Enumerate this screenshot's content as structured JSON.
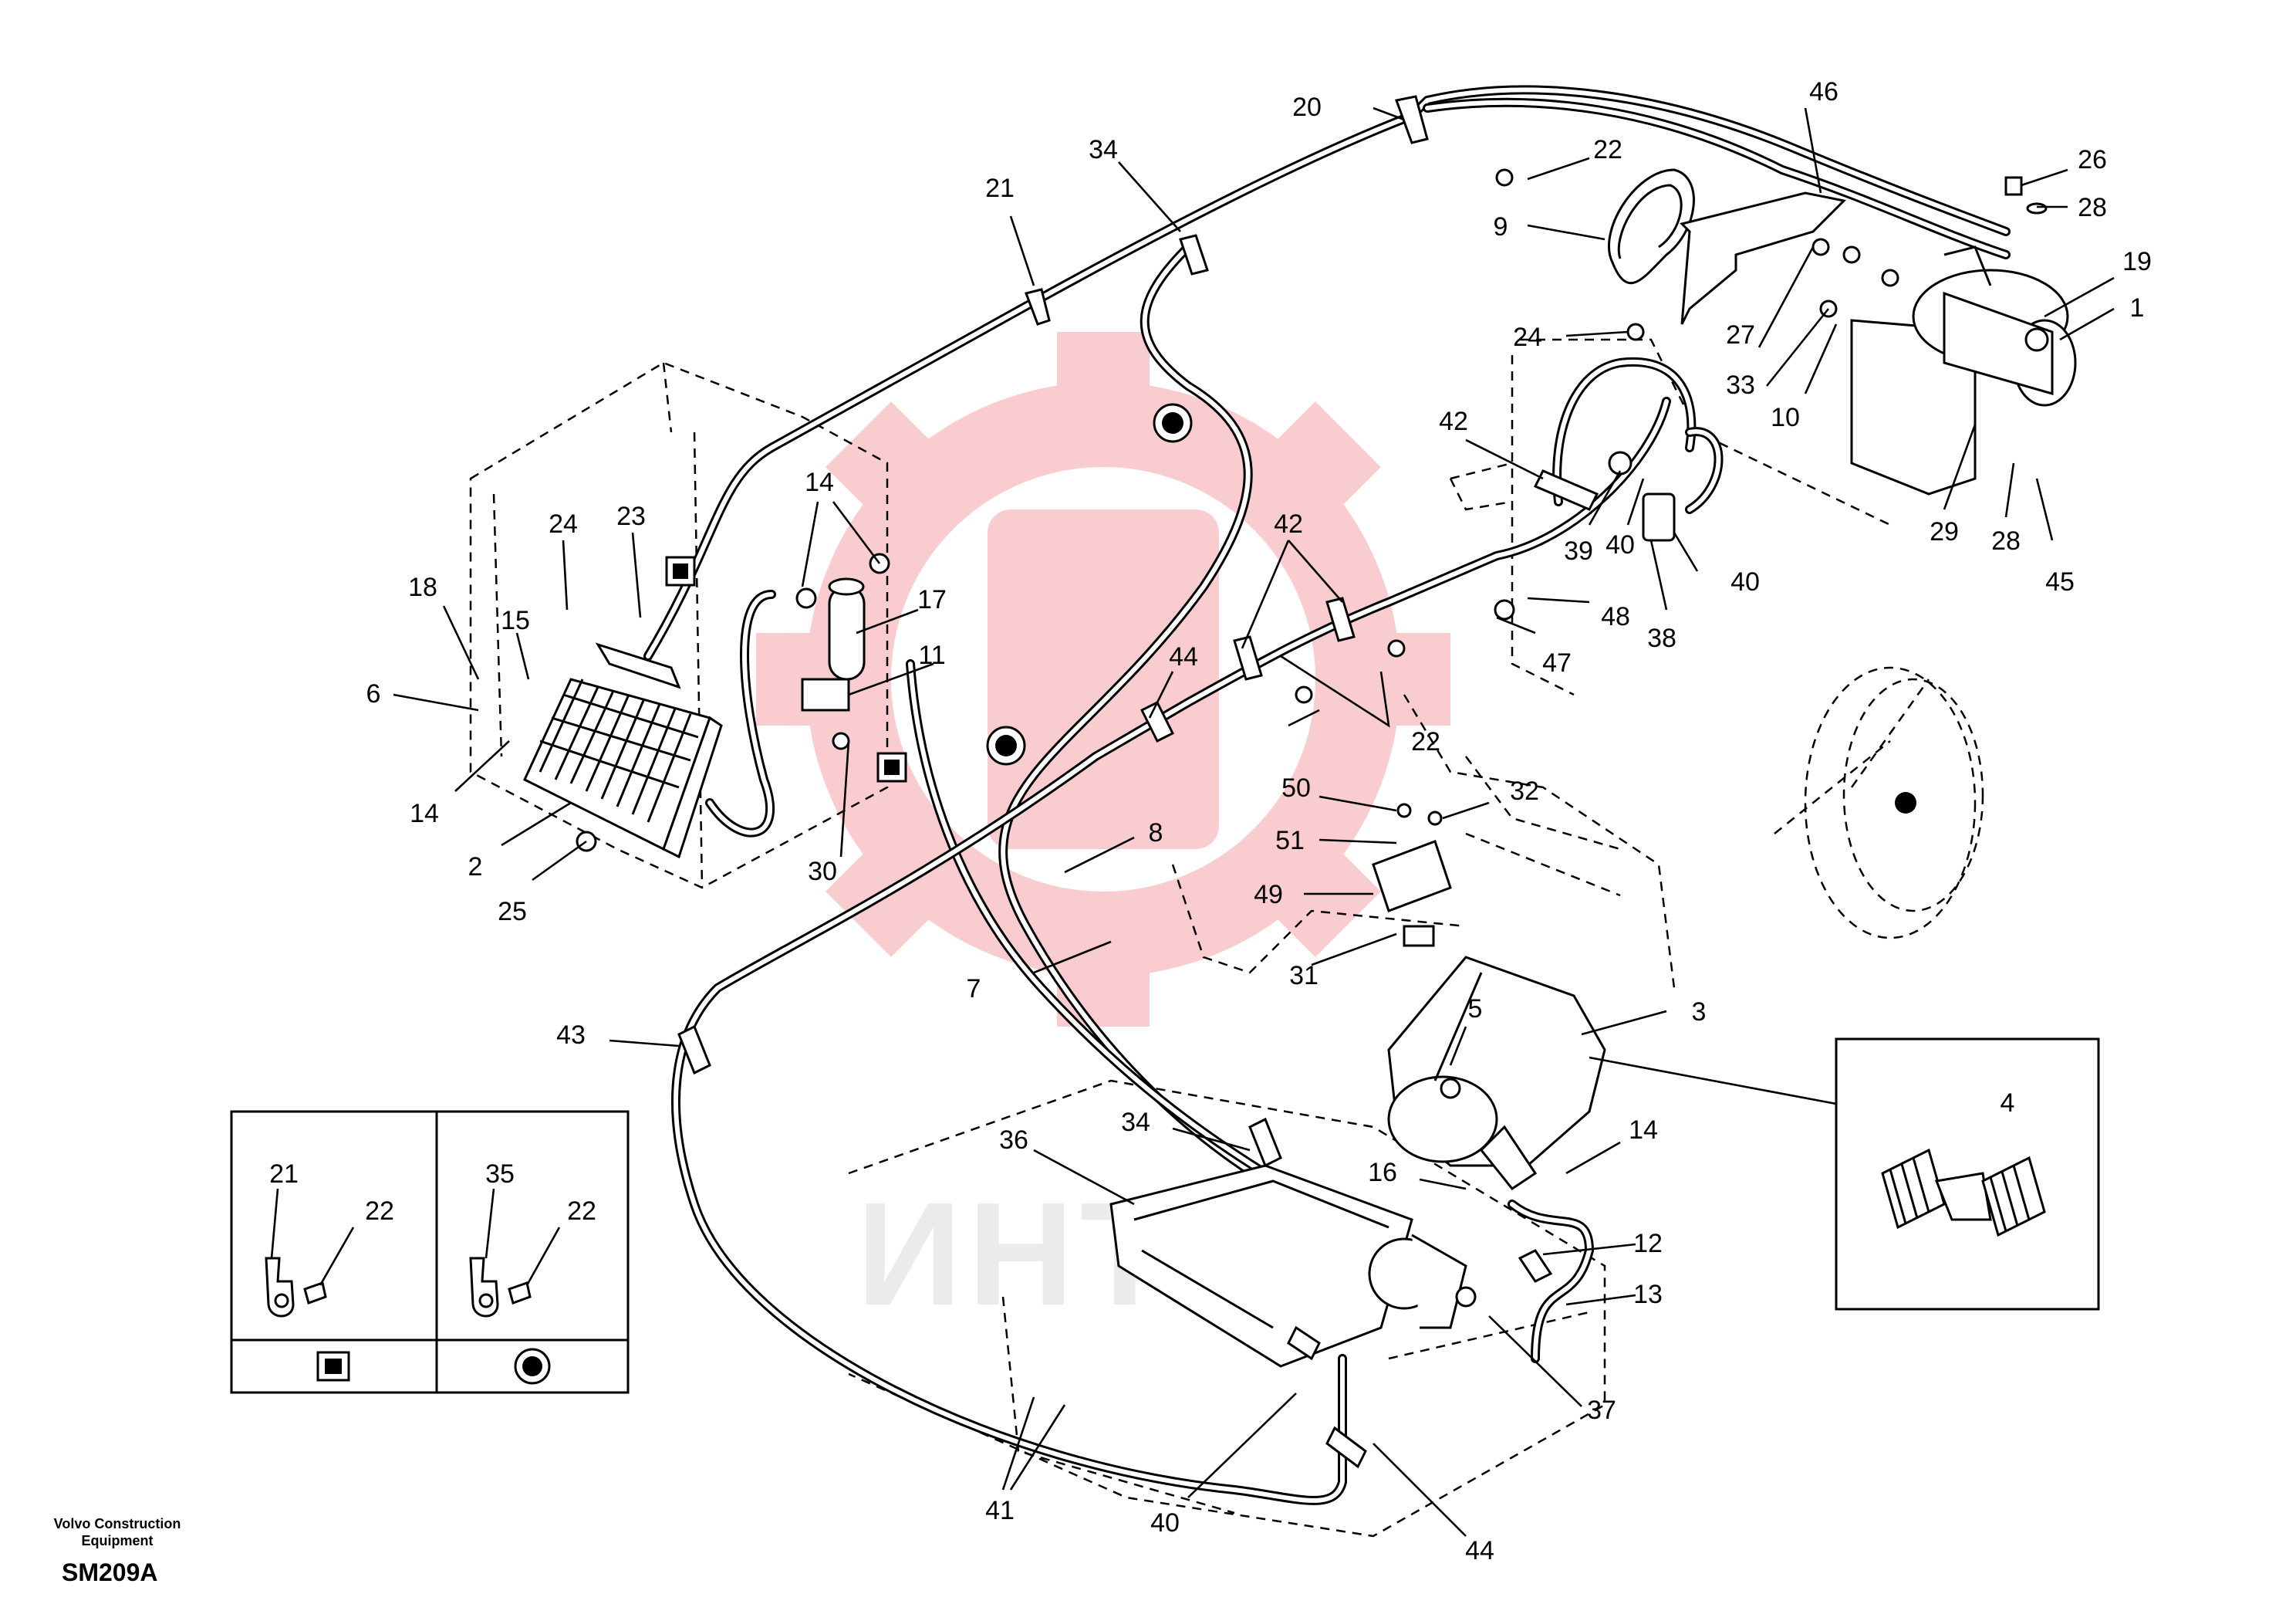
{
  "callouts": [
    {
      "id": "c20",
      "text": "20"
    },
    {
      "id": "c22a",
      "text": "22"
    },
    {
      "id": "c46",
      "text": "46"
    },
    {
      "id": "c26",
      "text": "26"
    },
    {
      "id": "c28a",
      "text": "28"
    },
    {
      "id": "c9",
      "text": "9"
    },
    {
      "id": "c19",
      "text": "19"
    },
    {
      "id": "c1",
      "text": "1"
    },
    {
      "id": "c27",
      "text": "27"
    },
    {
      "id": "c24a",
      "text": "24"
    },
    {
      "id": "c33",
      "text": "33"
    },
    {
      "id": "c10",
      "text": "10"
    },
    {
      "id": "c29",
      "text": "29"
    },
    {
      "id": "c28b",
      "text": "28"
    },
    {
      "id": "c45",
      "text": "45"
    },
    {
      "id": "c34a",
      "text": "34"
    },
    {
      "id": "c21",
      "text": "21"
    },
    {
      "id": "c42a",
      "text": "42"
    },
    {
      "id": "c39",
      "text": "39"
    },
    {
      "id": "c40a",
      "text": "40"
    },
    {
      "id": "c40b",
      "text": "40"
    },
    {
      "id": "c48",
      "text": "48"
    },
    {
      "id": "c38",
      "text": "38"
    },
    {
      "id": "c47",
      "text": "47"
    },
    {
      "id": "c42b",
      "text": "42"
    },
    {
      "id": "c14a",
      "text": "14"
    },
    {
      "id": "c24b",
      "text": "24"
    },
    {
      "id": "c23",
      "text": "23"
    },
    {
      "id": "c18",
      "text": "18"
    },
    {
      "id": "c15",
      "text": "15"
    },
    {
      "id": "c6",
      "text": "6"
    },
    {
      "id": "c17",
      "text": "17"
    },
    {
      "id": "c11",
      "text": "11"
    },
    {
      "id": "c44a",
      "text": "44"
    },
    {
      "id": "c22b",
      "text": "22"
    },
    {
      "id": "c14b",
      "text": "14"
    },
    {
      "id": "c2",
      "text": "2"
    },
    {
      "id": "c25",
      "text": "25"
    },
    {
      "id": "c30",
      "text": "30"
    },
    {
      "id": "c50",
      "text": "50"
    },
    {
      "id": "c32",
      "text": "32"
    },
    {
      "id": "c51",
      "text": "51"
    },
    {
      "id": "c49",
      "text": "49"
    },
    {
      "id": "c8",
      "text": "8"
    },
    {
      "id": "c31",
      "text": "31"
    },
    {
      "id": "c7",
      "text": "7"
    },
    {
      "id": "c5",
      "text": "5"
    },
    {
      "id": "c3",
      "text": "3"
    },
    {
      "id": "c43",
      "text": "43"
    },
    {
      "id": "c4",
      "text": "4"
    },
    {
      "id": "c34b",
      "text": "34"
    },
    {
      "id": "c36",
      "text": "36"
    },
    {
      "id": "c14c",
      "text": "14"
    },
    {
      "id": "c16",
      "text": "16"
    },
    {
      "id": "c12",
      "text": "12"
    },
    {
      "id": "c13",
      "text": "13"
    },
    {
      "id": "c37",
      "text": "37"
    },
    {
      "id": "c41",
      "text": "41"
    },
    {
      "id": "c40c",
      "text": "40"
    },
    {
      "id": "c44b",
      "text": "44"
    },
    {
      "id": "l21",
      "text": "21"
    },
    {
      "id": "l22a",
      "text": "22"
    },
    {
      "id": "l35",
      "text": "35"
    },
    {
      "id": "l22b",
      "text": "22"
    }
  ],
  "legend": {
    "left_symbol": "filled-square",
    "right_symbol": "filled-circle"
  },
  "watermark": {
    "text": "ИНТЕХ",
    "color": "#f7b9bd"
  },
  "footer": {
    "company_line1": "Volvo Construction",
    "company_line2": "Equipment",
    "drawing_code": "SM209A"
  }
}
